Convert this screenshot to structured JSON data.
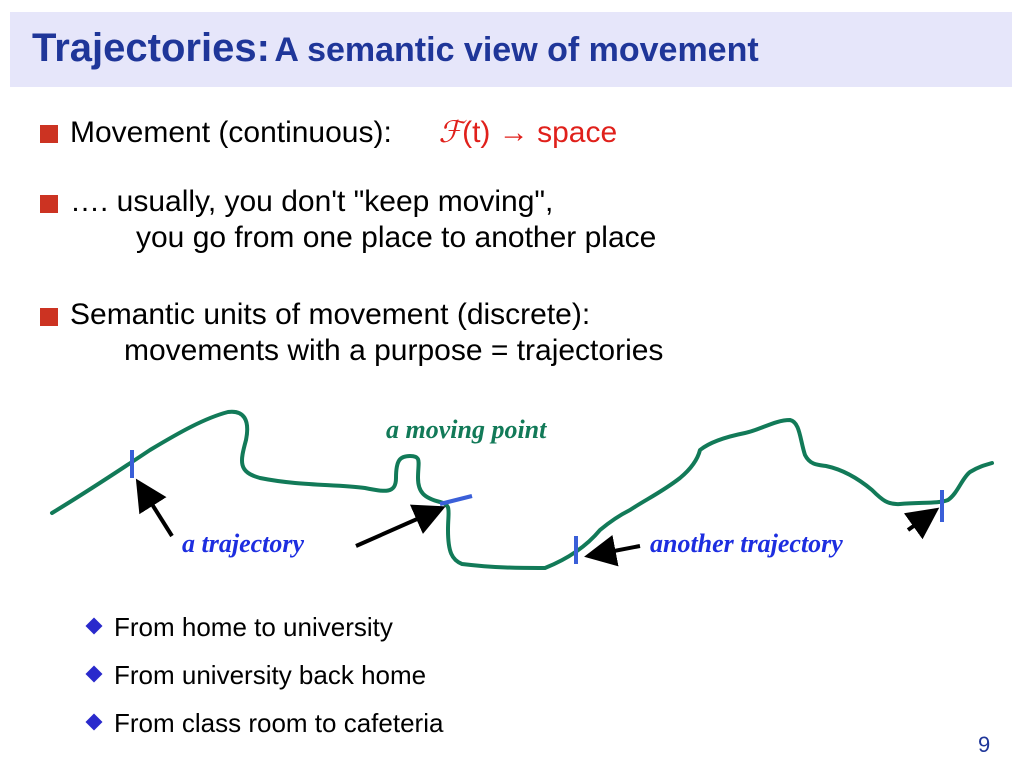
{
  "title": {
    "main": "Trajectories:",
    "sub": "A semantic view of movement"
  },
  "bullets": [
    {
      "pre": "Movement (continuous):",
      "func_symbol": "ℱ",
      "arg": "(t)",
      "arrow": "→",
      "target": "space"
    },
    {
      "line1": "…. usually, you don't \"keep moving\",",
      "line2": "you go from one place to another place"
    },
    {
      "line1": "Semantic units of movement (discrete):",
      "line2": "movements with a purpose = trajectories"
    }
  ],
  "diagram": {
    "label_moving_point": "a moving point",
    "label_trajectory": "a trajectory",
    "label_another_trajectory": "another trajectory",
    "colors": {
      "path": "#127a58",
      "marker": "#3a5fd8",
      "label": "#1d2ee0",
      "moving_label": "#127a58"
    }
  },
  "sub_bullets": [
    "From home to university",
    "From university back home",
    "From class room to cafeteria"
  ],
  "page_number": "9"
}
